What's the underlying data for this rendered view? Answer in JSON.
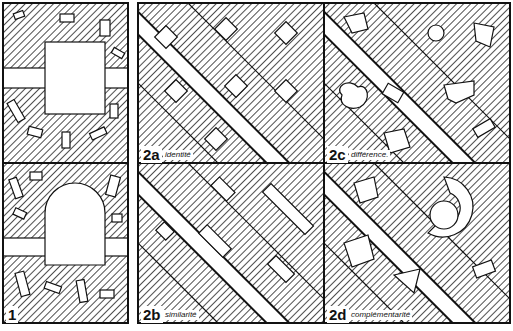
{
  "diagram": {
    "labels": [
      "1",
      "2a",
      "identité",
      "2b",
      "similarité",
      "2c",
      "différence.",
      "2d",
      "complémentarité"
    ]
  }
}
